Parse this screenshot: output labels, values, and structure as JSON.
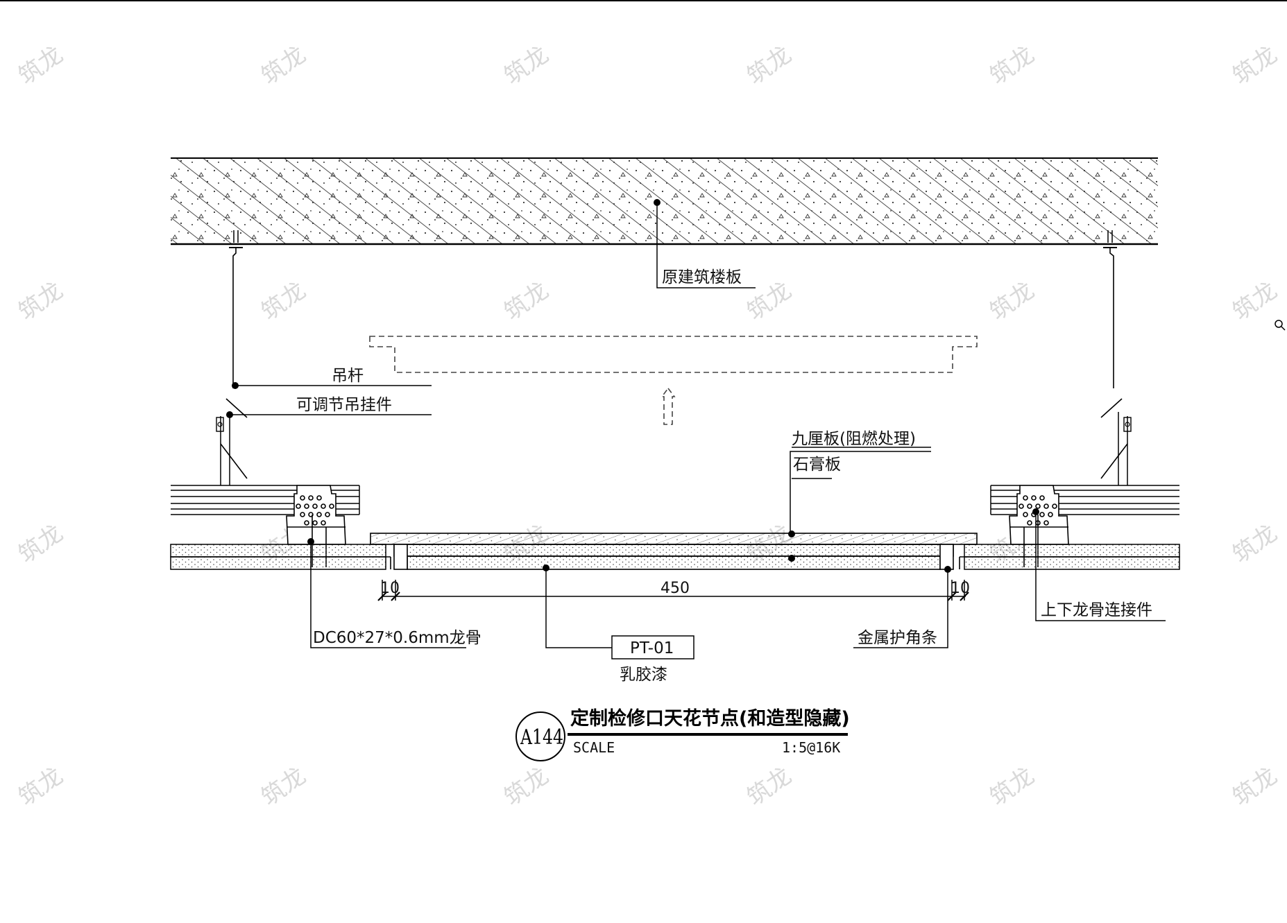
{
  "labels": {
    "slab": "原建筑楼板",
    "hanger_rod": "吊杆",
    "adjustable_hanger": "可调节吊挂件",
    "plywood": "九厘板(阻燃处理)",
    "gypsum_board": "石膏板",
    "connector": "上下龙骨连接件",
    "keel": "DC60*27*0.6mm龙骨",
    "corner_strip": "金属护角条",
    "material_code": "PT-01",
    "paint": "乳胶漆"
  },
  "dimensions": {
    "gap_left": "10",
    "span": "450",
    "gap_right": "10"
  },
  "title": {
    "code": "A144",
    "name": "定制检修口天花节点(和造型隐藏)",
    "scale_label": "SCALE",
    "scale_value": "1:5@16K"
  },
  "watermark": "筑龙"
}
